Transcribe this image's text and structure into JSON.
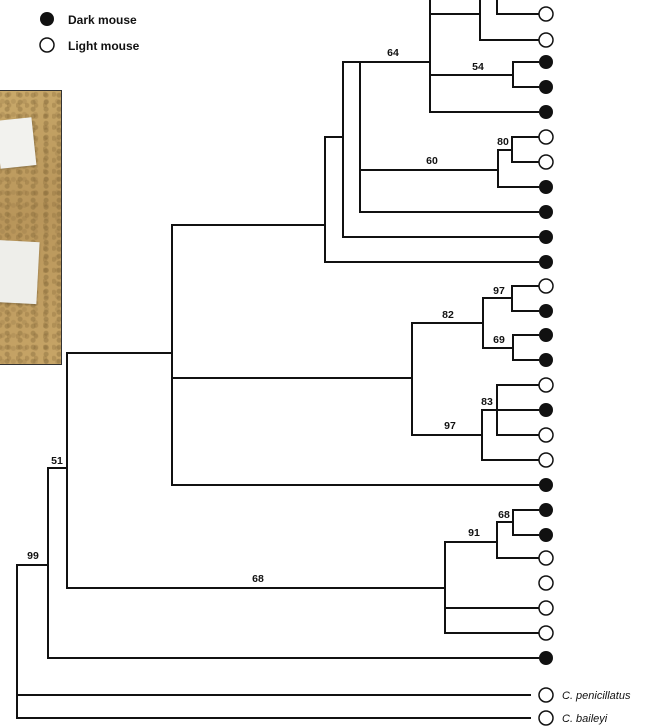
{
  "legend": {
    "dark_label": "Dark mouse",
    "light_label": "Light mouse"
  },
  "bootstrap": {
    "n64": "64",
    "n54": "54",
    "n80": "80",
    "n60": "60",
    "n97a": "97",
    "n82": "82",
    "n69": "69",
    "n83": "83",
    "n97b": "97",
    "n68a": "68",
    "n91": "91",
    "n51": "51",
    "n68b": "68",
    "n99": "99"
  },
  "outgroups": {
    "penicillatus": "C. penicillatus",
    "baileyi": "C. baileyi"
  },
  "tips": [
    "light",
    "light",
    "dark",
    "dark",
    "dark",
    "light",
    "light",
    "dark",
    "dark",
    "dark",
    "dark",
    "light",
    "dark",
    "dark",
    "dark",
    "light",
    "dark",
    "light",
    "light",
    "dark",
    "dark",
    "dark",
    "light",
    "light",
    "light",
    "light",
    "dark",
    "light",
    "light"
  ]
}
